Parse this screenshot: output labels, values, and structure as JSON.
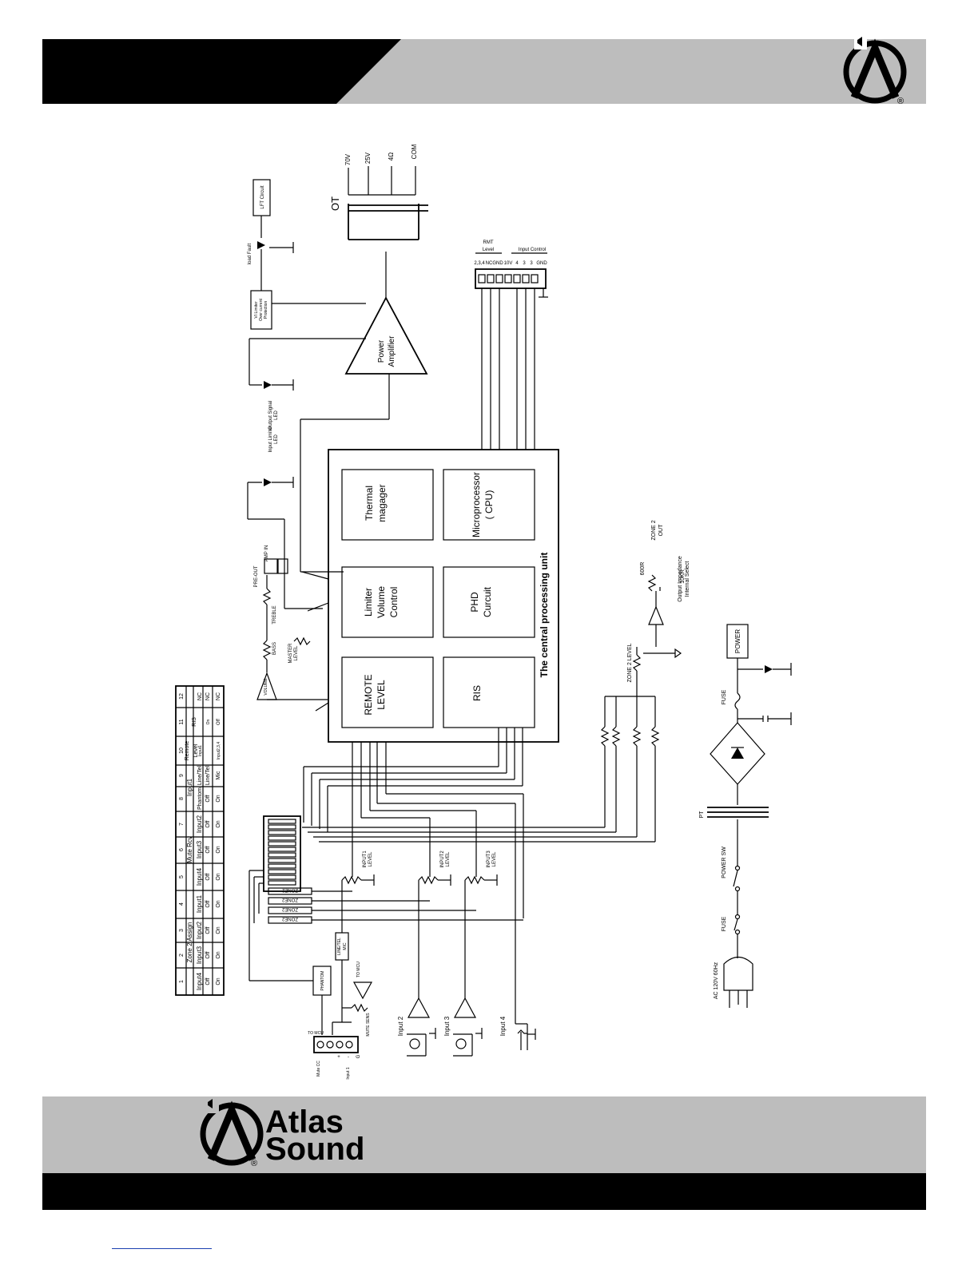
{
  "brand": {
    "logo_line1": "Atlas",
    "logo_line2": "Sound",
    "registered": "®",
    "header_color": "#000000",
    "header_accent": "#bdbdbd",
    "footer_band": "#bdbdbd",
    "footer_bar": "#000000"
  },
  "diagram": {
    "cpu_title": "The central processing unit",
    "blocks": {
      "thermal_1": "Thermal",
      "thermal_2": "magager",
      "micro_1": "Microprocessor",
      "micro_2": "( CPU)",
      "limiter_1": "Limiter",
      "limiter_2": "Volume",
      "limiter_3": "Control",
      "phd_1": "PHD",
      "phd_2": "Curcuit",
      "remote_1": "REMOTE",
      "remote_2": "LEVEL",
      "ris": "RIS",
      "power_amp_1": "Power",
      "power_amp_2": "Amplifier"
    },
    "output": {
      "ot": "OT",
      "taps": [
        "70V",
        "25V",
        "4Ω",
        "COM"
      ],
      "lft_circuit": "LFT Circuit",
      "load_fault": "load Fault",
      "vi_limiter_1": "VI Limiter",
      "vi_limiter_2": "Over current",
      "vi_limiter_3": "Protection",
      "output_signal_1": "Output Signal",
      "output_signal_2": "LED",
      "input_limiter_1": "Input Limiter",
      "input_limiter_2": "LED"
    },
    "tone": {
      "pre_out": "PRE-OUT",
      "amp_in": "AMP IN",
      "treble": "TREBLE",
      "bass": "BASS",
      "master_1": "MASTER",
      "master_2": "LEVEL",
      "volume": "VOLUME"
    },
    "rmt": {
      "title_1": "RMT",
      "title_2": "Level",
      "input_control": "Input Control",
      "pins": [
        "2,3,4",
        "NC",
        "GND",
        "10V",
        "4",
        "3",
        "3",
        "GND"
      ]
    },
    "zone2": {
      "level": "ZONE 2 LEVEL",
      "out_1": "ZONE 2",
      "out_2": "OUT",
      "r600": "600R",
      "r10k": "10KR",
      "impedance_1": "Output Impedance",
      "impedance_2": "Internal Select"
    },
    "inputs": {
      "input1_level_1": "INPUT1",
      "input1_level_2": "LEVEL",
      "input2_level_1": "INPUT2",
      "input2_level_2": "LEVEL",
      "input3_level_1": "INPUT3",
      "input3_level_2": "LEVEL",
      "zone2_tag": "ZONE2",
      "line_tel_1": "LINE/TEL",
      "line_tel_2": "MIC",
      "phantom": "PHANTOM",
      "to_mcu_1": "TO MCU",
      "to_mcu_2": "TO MCU",
      "mute_sens": "MUTE SENS",
      "mute_cc": "Mute CC",
      "input1_label": "Input 1",
      "plus": "+",
      "minus": "-",
      "g": "G",
      "input2": "Input 2",
      "input3": "Input 3",
      "input4": "Input 4"
    },
    "power": {
      "power": "POWER",
      "fuse_1": "FUSE",
      "fuse_2": "FUSE",
      "pt": "PT",
      "power_sw": "POWER SW",
      "ac": "AC 120V 60Hz"
    },
    "dip_table": {
      "numbers": [
        "1",
        "2",
        "3",
        "4",
        "5",
        "6",
        "7",
        "8",
        "9",
        "10",
        "11",
        "12"
      ],
      "group_zone2": "Zone 2 Assign",
      "group_mute": "Mute Rcv",
      "group_input1": "Input1",
      "group_remote_1": "Remote",
      "group_remote_2": "Level",
      "group_ris": "RIS",
      "sub": [
        "Input4",
        "Input3",
        "Input2",
        "Input1",
        "Input4",
        "Input3",
        "Input2",
        "Phantom",
        "Line/Tel",
        "Input1",
        "",
        "NC"
      ],
      "row_off": [
        "Off",
        "Off",
        "Off",
        "Off",
        "Off",
        "Off",
        "Off",
        "Off",
        "Line/Tel",
        "",
        "On",
        "NC"
      ],
      "row_on": [
        "On",
        "On",
        "On",
        "On",
        "On",
        "On",
        "On",
        "On",
        "Mic",
        "Input2,3,4",
        "Off",
        "NC"
      ]
    }
  }
}
